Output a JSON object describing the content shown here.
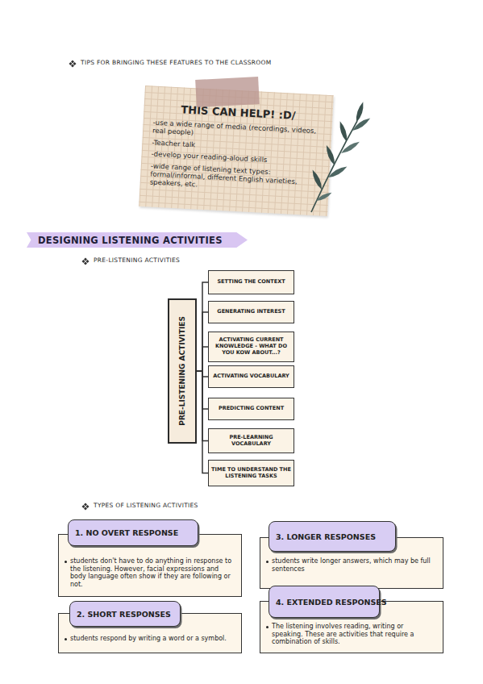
{
  "diagram": {
    "nodes": [
      {
        "text": [
          "THIS CAN HELP! :D/",
          "-use a wide range of media (recordings, videos, real people)",
          "-Teacher talk",
          "-develop your reading-aloud skills",
          "-wide range of listening text types: formal/informal, different English varieties, speakers, etc."
        ]
      },
      {
        "text": [
          "DESIGNING LISTENING ACTIVITIES"
        ]
      },
      {
        "text": [
          "PRE-LISTENING ACTIVITIES"
        ]
      },
      {
        "text": [
          "SETTING THE CONTEXT"
        ]
      },
      {
        "text": [
          "GENERATING INTEREST"
        ]
      },
      {
        "text": [
          "ACTIVATING CURRENT KNOWLEDGE - WHAT DO YOU KOW ABOUT...?"
        ]
      },
      {
        "text": [
          "ACTIVATING VOCABULARY"
        ]
      },
      {
        "text": [
          "PREDICTING CONTENT"
        ]
      },
      {
        "text": [
          "PRE-LEARNING VOCABULARY"
        ]
      },
      {
        "text": [
          "TIME TO UNDERSTAND THE LISTENING TASKS"
        ]
      },
      {
        "text": [
          "1. NO OVERT RESPONSE",
          "students don't have to do anything in response to the listening. However, facial expressions and body language often show if they are following or not."
        ]
      },
      {
        "text": [
          "2. SHORT RESPONSES",
          "students respond by writing a word or a symbol."
        ]
      },
      {
        "text": [
          "3. LONGER RESPONSES",
          "students write longer answers, which may be full sentences"
        ]
      },
      {
        "text": [
          "4. EXTENDED RESPONSES",
          "The listening involves reading, writing or speaking. These are activities that require a combination of skills."
        ]
      }
    ],
    "edges": [
      {
        "from": 2,
        "to": 3,
        "arrow": "none"
      },
      {
        "from": 2,
        "to": 4,
        "arrow": "none"
      },
      {
        "from": 2,
        "to": 5,
        "arrow": "none"
      },
      {
        "from": 2,
        "to": 6,
        "arrow": "none"
      },
      {
        "from": 2,
        "to": 7,
        "arrow": "none"
      },
      {
        "from": 2,
        "to": 8,
        "arrow": "none"
      },
      {
        "from": 2,
        "to": 9,
        "arrow": "none"
      }
    ],
    "labels": [
      "TIPS FOR BRINGING THESE FEATURES TO THE CLASSROOM",
      "PRE-LISTENING ACTIVITIES",
      "TYPES OF LISTENING ACTIVITIES"
    ]
  }
}
